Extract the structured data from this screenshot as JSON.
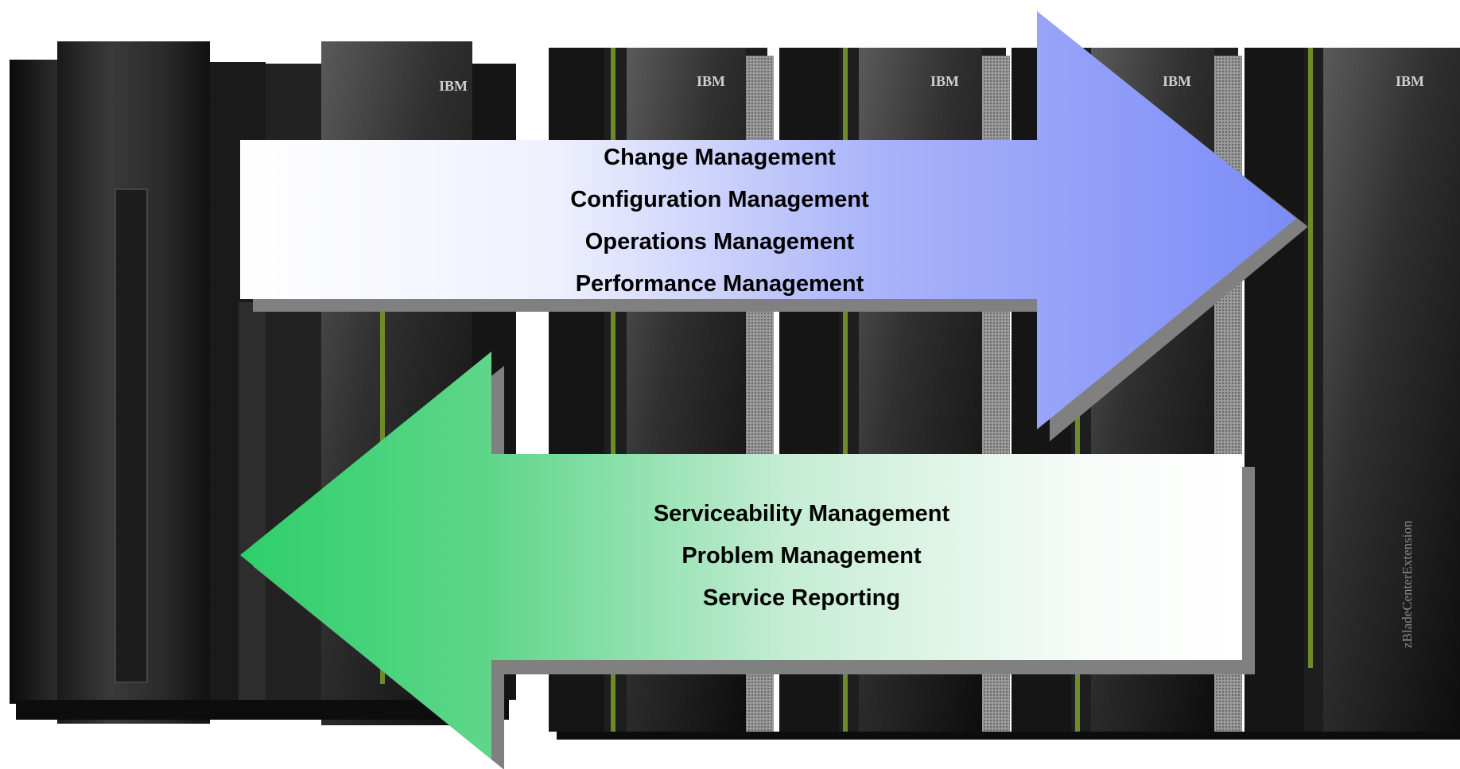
{
  "background_label": {
    "brand": "IBM",
    "side_text": "zBladeCenterExtension"
  },
  "arrow_right": {
    "items": [
      "Change Management",
      "Configuration Management",
      "Operations Management",
      "Performance Management"
    ],
    "color": "#7b8cf7"
  },
  "arrow_left": {
    "items": [
      "Serviceability Management",
      "Problem Management",
      "Service Reporting"
    ],
    "color": "#2ecf6a"
  }
}
